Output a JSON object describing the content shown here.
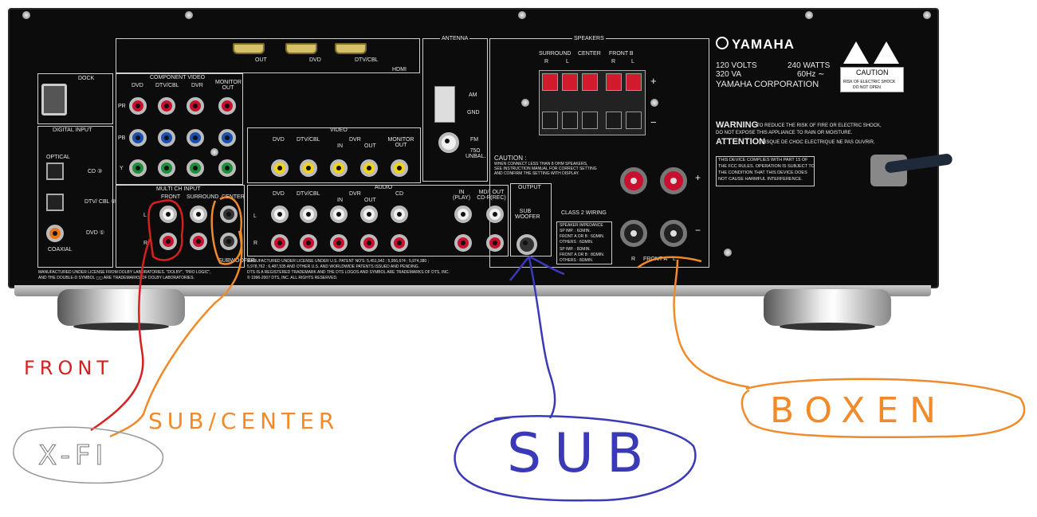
{
  "receiver": {
    "brand": "YAMAHA",
    "rating_volts": "120 VOLTS",
    "rating_va": "320 VA",
    "rating_watts": "240 WATTS",
    "rating_hz": "60Hz ∼",
    "corporation": "YAMAHA CORPORATION",
    "caution_box_title": "CAUTION",
    "caution_box_text1": "RISK OF ELECTRIC SHOCK",
    "caution_box_text2": "DO NOT OPEN",
    "warning_head": "WARNING",
    "warning_text1": ": TO REDUCE THE RISK OF FIRE OR ELECTRIC SHOCK,",
    "warning_text2": "DO NOT EXPOSE THIS APPLIANCE TO RAIN OR MOISTURE.",
    "attention_head": "ATTENTION",
    "attention_text": ": RISQUE DE CHOC ELECTRIQUE NE PAS OUVRIR.",
    "fcc1": "THIS DEVICE COMPLIES WITH PART 15 OF",
    "fcc2": "THE FCC RULES. OPERATION IS SUBJECT TO",
    "fcc3": "THE CONDITION THAT THIS DEVICE DOES",
    "fcc4": "NOT CAUSE HARMFUL INTERFERENCE.",
    "dock": "DOCK",
    "digital_input": "DIGITAL INPUT",
    "optical": "OPTICAL",
    "coaxial": "COAXIAL",
    "cd3": "CD ③",
    "dtvcbl2": "DTV/ CBL ②",
    "dvd1": "DVD ①",
    "component_video": "COMPONENT VIDEO",
    "cv_dvd": "DVD",
    "cv_dtvcbl": "DTV/CBL",
    "cv_dvr": "DVR",
    "cv_monitor": "MONITOR OUT",
    "pr": "PR",
    "pb": "PB",
    "y": "Y",
    "hdmi_out": "OUT",
    "hdmi_dvd": "DVD",
    "hdmi_dtvcbl": "DTV/CBL",
    "hdmi": "HDMI",
    "video": "VIDEO",
    "v_dvd": "DVD",
    "v_dtvcbl": "DTV/CBL",
    "v_dvr": "DVR",
    "v_in": "IN",
    "v_out": "OUT",
    "v_monitor": "MONITOR OUT",
    "antenna": "ANTENNA",
    "am": "AM",
    "gnd": "GND",
    "fm": "FM",
    "fm_ohm": "75Ω UNBAL.",
    "speakers": "SPEAKERS",
    "surround": "SURROUND",
    "center": "CENTER",
    "front_b": "FRONT B",
    "front_a": "FRONT A",
    "r": "R",
    "l": "L",
    "plus": "+",
    "minus": "−",
    "caution_spk1": "CAUTION :",
    "caution_spk2": "WHEN CONNECT LESS THAN 8 OHM SPEAKERS,",
    "caution_spk3": "SEE INSTRUCTION MANUAL FOR CORRECT SETTING",
    "caution_spk4": "AND CONFIRM THE SETTING WITH DISPLAY.",
    "class2": "CLASS 2 WIRING",
    "imp_title": "SPEAKER IMPEDANCE",
    "imp1": "SP IMP. : 6ΩMIN.",
    "imp2": "FRONT A OR B : 6ΩMIN.",
    "imp3": "OTHERS : 6ΩMIN.",
    "imp4": "SP IMP. : 8ΩMIN.",
    "imp5": "FRONT A OR B : 8ΩMIN.",
    "imp6": "OTHERS : 8ΩMIN.",
    "multi_ch": "MULTI CH INPUT",
    "mc_front": "FRONT",
    "mc_surround": "SURROUND",
    "mc_center": "CENTER",
    "mc_subwoofer": "SUBWOOFER",
    "audio": "AUDIO",
    "a_dvd": "DVD",
    "a_dtvcbl": "DTV/CBL",
    "a_dvr": "DVR",
    "a_in": "IN",
    "a_out": "OUT",
    "a_cd": "CD",
    "a_mdcdr": "MD/ CD-R",
    "a_in_play": "IN (PLAY)",
    "a_out_rec": "OUT (REC)",
    "output": "OUTPUT",
    "sub_woofer": "SUB WOOFER",
    "dolby1": "MANUFACTURED UNDER LICENSE FROM DOLBY LABORATORIES. \"DOLBY\", \"PRO LOGIC\",",
    "dolby2": "AND THE DOUBLE-D SYMBOL ◻◻ ARE TRADEMARKS OF DOLBY LABORATORIES.",
    "dts1": "MANUFACTURED UNDER LICENSE UNDER U.S. PATENT NO'S: 5,451,942 ; 5,956,674 ; 5,974,380 ;",
    "dts2": "5,978,762 ; 6,487,535 AND OTHER U.S. AND WORLDWIDE PATENTS ISSUED AND PENDING.",
    "dts3": "DTS IS A REGISTERED TRADEMARK AND THE DTS LOGOS AND SYMBOL ARE TRADEMARKS OF DTS, INC.",
    "dts4": "© 1996-2007 DTS, INC. ALL RIGHTS RESERVED."
  },
  "annotations": {
    "front": "FRONT",
    "sub_center": "SUB/CENTER",
    "xfi": "X-FI",
    "sub": "SUB",
    "boxen": "BOXEN",
    "color_red": "#d61f1f",
    "color_orange": "#f08a2a",
    "color_blue": "#3a3ab8"
  }
}
